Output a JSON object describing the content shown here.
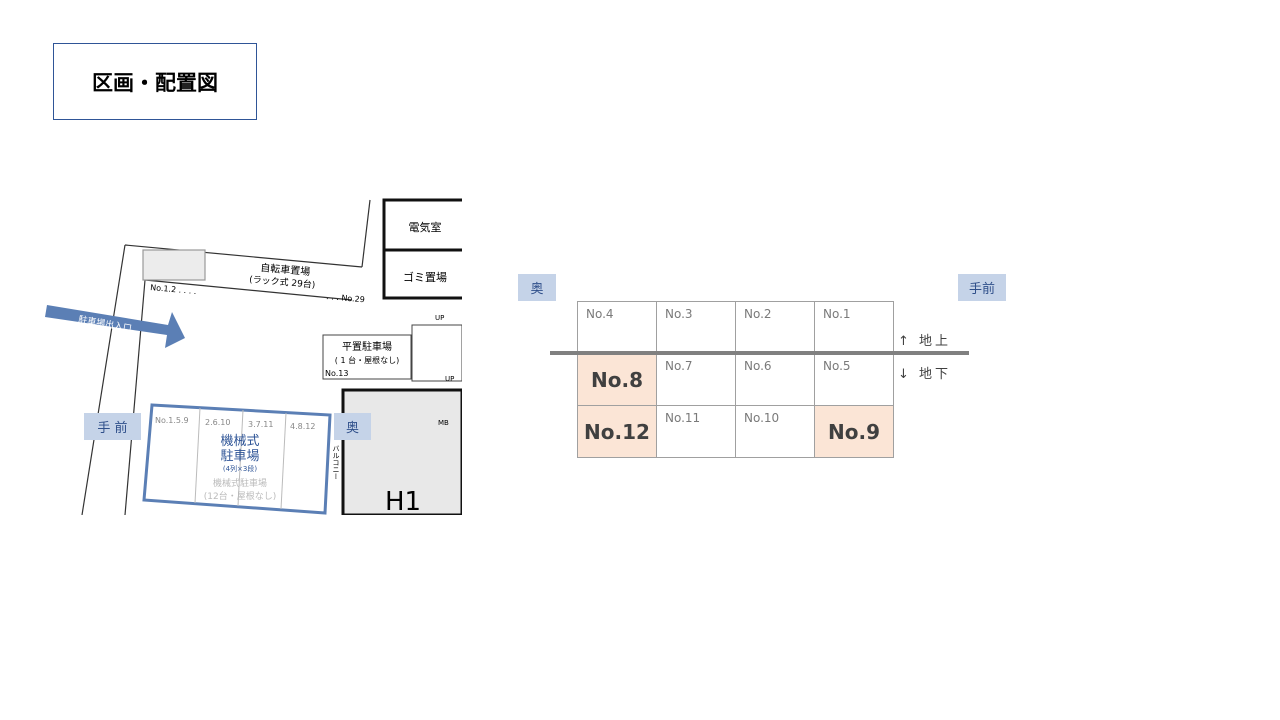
{
  "title": "区画・配置図",
  "plan": {
    "rooms": {
      "electric": "電気室",
      "garbage": "ゴミ置場",
      "bicycle": "自転車置場",
      "bicycle_sub": "(ラック式 29台)",
      "bicycle_start": "No.1.2 . . . .",
      "bicycle_end": ". . . No.29",
      "flat_parking": "平置駐車場",
      "flat_parking_sub": "( 1 台・屋根なし)",
      "flat_no": "No.13",
      "mech_orig": "機械式駐車場",
      "mech_orig_sub": "(12台・屋根なし)",
      "building": "H1",
      "up1": "UP",
      "up2": "UP",
      "mb": "MB",
      "balcony": "バルコニー"
    },
    "entrance_arrow": "駐車場出入口",
    "columns": [
      "No.1.5.9",
      "2.6.10",
      "3.7.11",
      "4.8.12"
    ],
    "mech_label_1": "機械式",
    "mech_label_2": "駐車場",
    "mech_detail": "(4列×3段)",
    "front_tag": "手 前",
    "back_tag": "奥"
  },
  "diagram": {
    "back_tag": "奥",
    "front_tag": "手前",
    "above": "↑ 地上",
    "below": "↓ 地下",
    "rows": [
      [
        {
          "label": "No.4",
          "hl": false
        },
        {
          "label": "No.3",
          "hl": false
        },
        {
          "label": "No.2",
          "hl": false
        },
        {
          "label": "No.1",
          "hl": false
        }
      ],
      [
        {
          "label": "No.8",
          "hl": true
        },
        {
          "label": "No.7",
          "hl": false
        },
        {
          "label": "No.6",
          "hl": false
        },
        {
          "label": "No.5",
          "hl": false
        }
      ],
      [
        {
          "label": "No.12",
          "hl": true
        },
        {
          "label": "No.11",
          "hl": false
        },
        {
          "label": "No.10",
          "hl": false
        },
        {
          "label": "No.9",
          "hl": true
        }
      ]
    ]
  },
  "colors": {
    "accent": "#2f5597",
    "highlight": "#fbe5d6",
    "tag_bg": "#c5d3e8",
    "arrow": "#5b7fb5"
  }
}
